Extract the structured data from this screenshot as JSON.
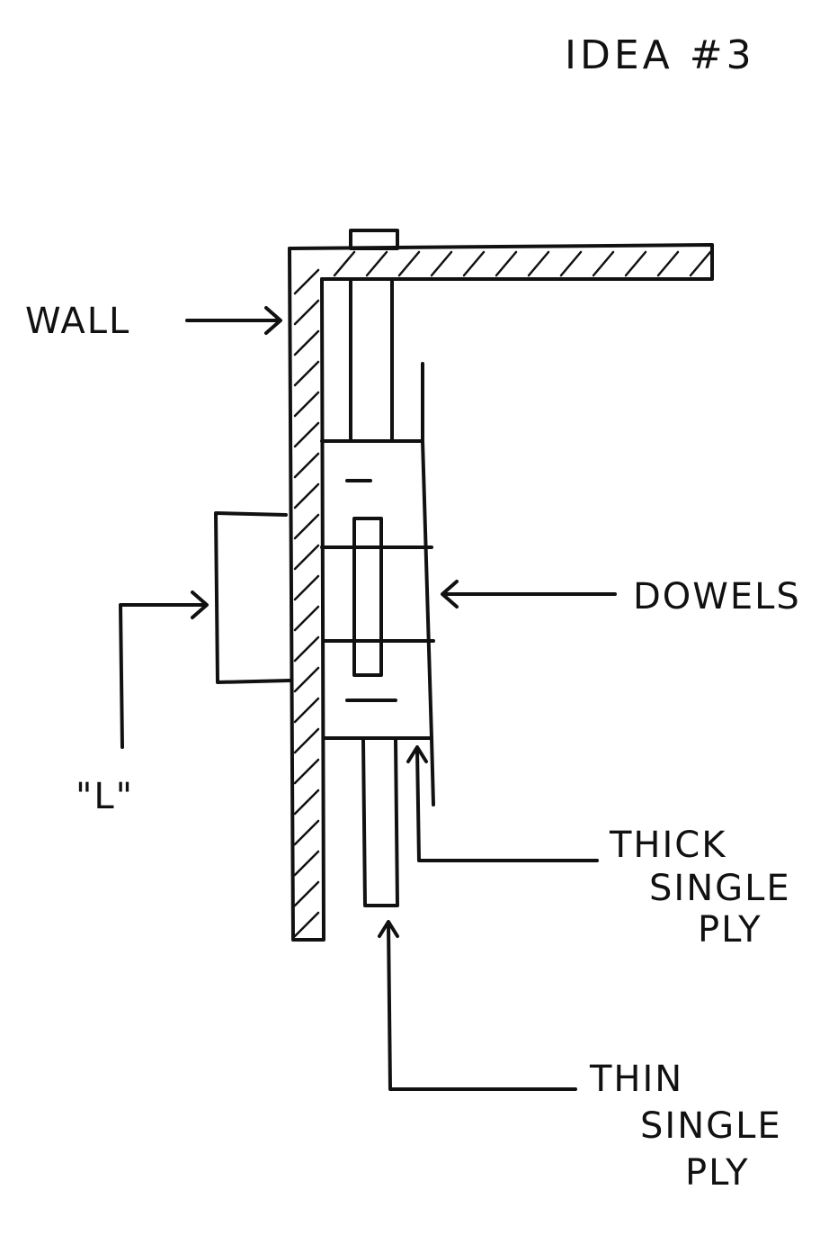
{
  "title": "IDEA #3",
  "labels": {
    "wall": "WALL",
    "l_bracket": "\"L\"",
    "dowels": "DOWELS",
    "thick_ply": [
      "THICK",
      "SINGLE",
      "PLY"
    ],
    "thin_ply": [
      "THIN",
      "SINGLE",
      "PLY"
    ]
  },
  "colors": {
    "ink": "#111111",
    "paper": "#ffffff"
  }
}
